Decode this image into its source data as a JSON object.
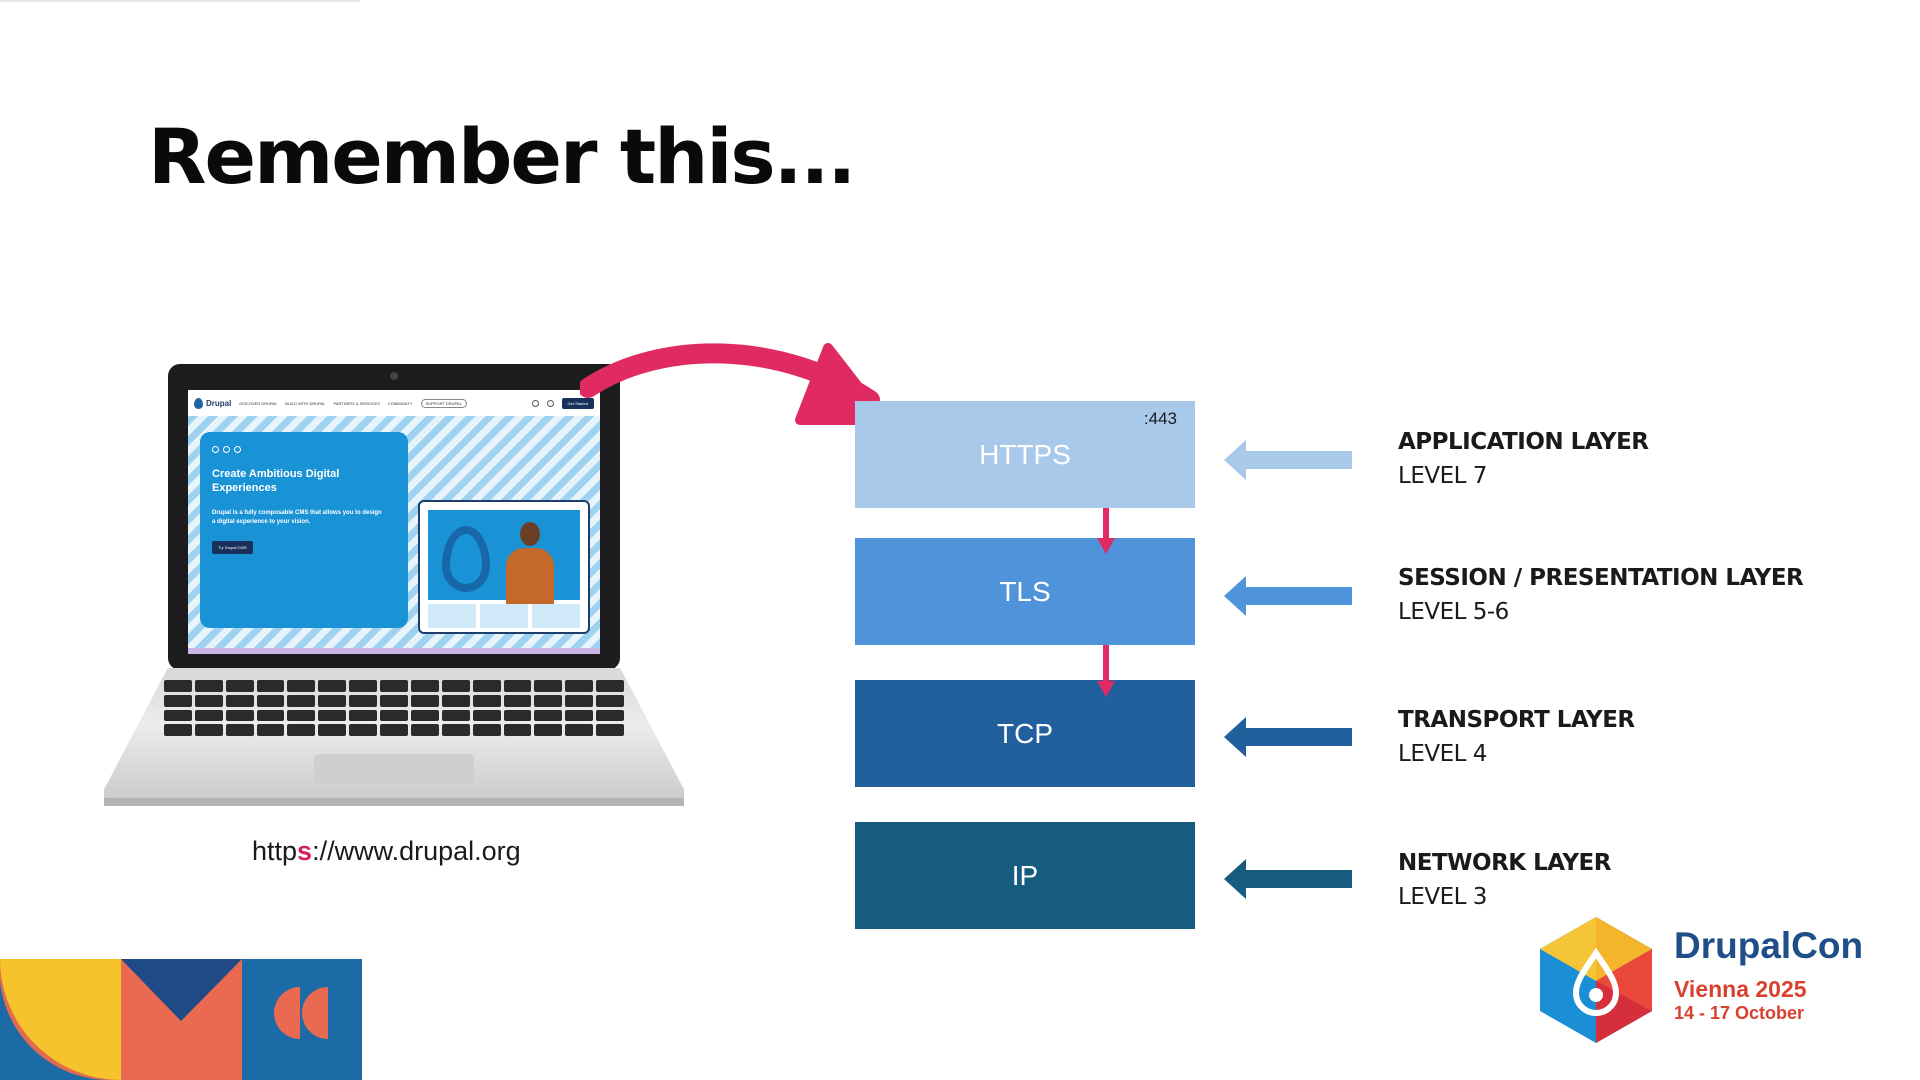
{
  "slide": {
    "title": "Remember this..."
  },
  "laptop": {
    "site": {
      "logo_text": "Drupal",
      "nav_items": [
        "DISCOVER DRUPAL",
        "BUILD WITH DRUPAL",
        "PARTNERS & SERVICES",
        "COMMUNITY"
      ],
      "nav_pill": "SUPPORT DRUPAL",
      "cta": "Get Started",
      "hero_title": "Create Ambitious Digital Experiences",
      "hero_text": "Drupal is a fully composable CMS that allows you to design a digital experience to your vision.",
      "hero_button": "Try Drupal CMS"
    },
    "url_prefix": "http",
    "url_secure": "s",
    "url_suffix": "://www.drupal.org"
  },
  "stack": {
    "layers": [
      {
        "label": "HTTPS",
        "port": ":443",
        "color": "#a9c9ea"
      },
      {
        "label": "TLS",
        "color": "#4f93da"
      },
      {
        "label": "TCP",
        "color": "#21609d"
      },
      {
        "label": "IP",
        "color": "#165c80"
      }
    ],
    "osi": [
      {
        "name": "APPLICATION LAYER",
        "level": "LEVEL 7"
      },
      {
        "name": "SESSION / PRESENTATION  LAYER",
        "level": "LEVEL 5-6"
      },
      {
        "name": "TRANSPORT LAYER",
        "level": "LEVEL 4"
      },
      {
        "name": "NETWORK LAYER",
        "level": "LEVEL 3"
      }
    ],
    "arrow_color": "#e02b62"
  },
  "branding": {
    "event_name": "DrupalCon",
    "city": "Vienna 2025",
    "dates": "14 - 17 October"
  }
}
